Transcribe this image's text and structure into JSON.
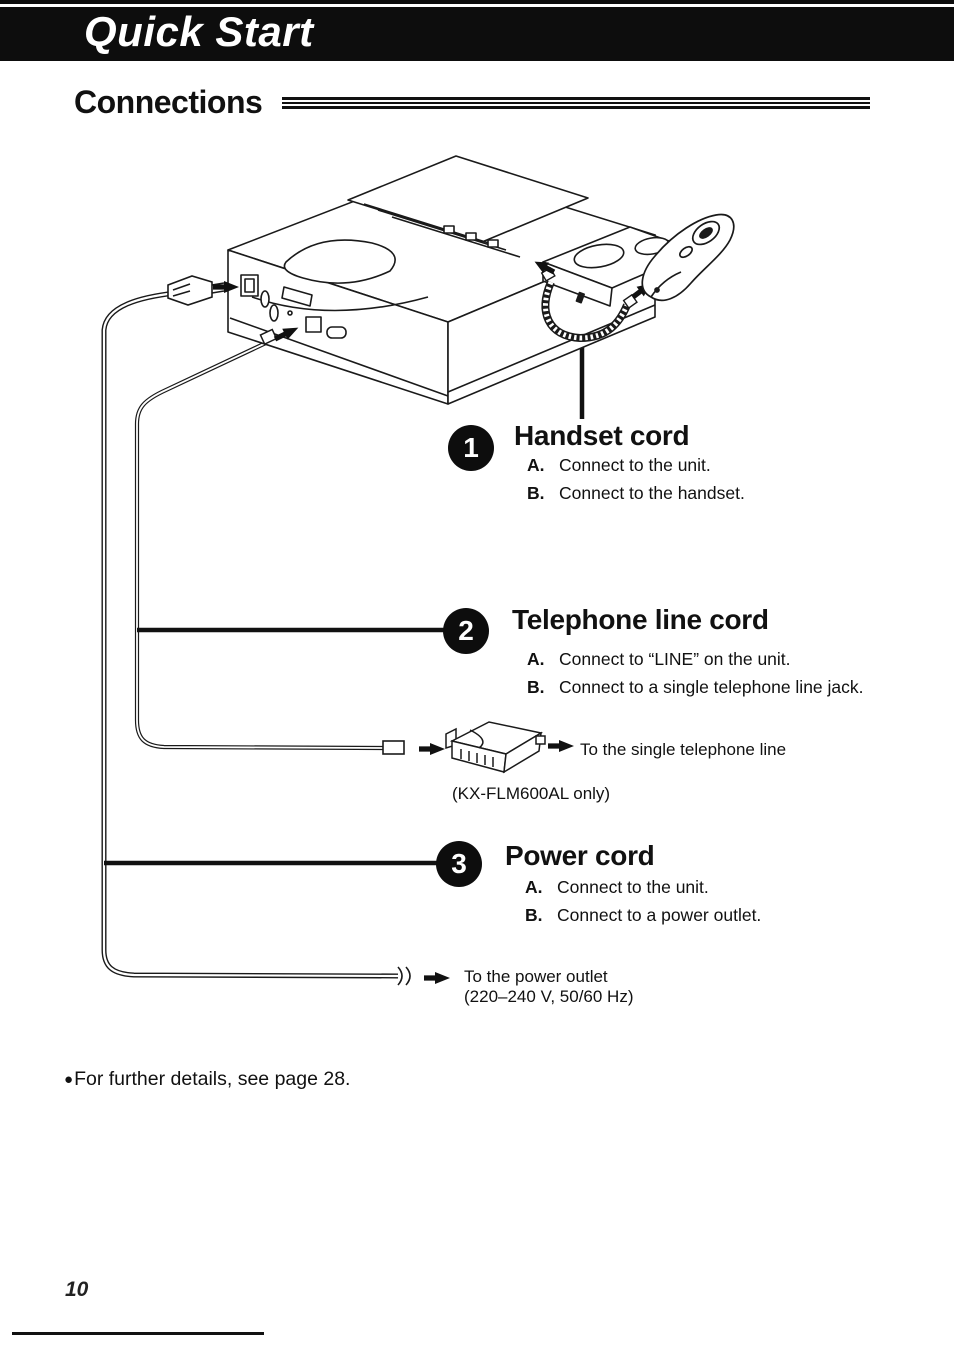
{
  "header": {
    "title": "Quick Start"
  },
  "section": {
    "title": "Connections"
  },
  "items": [
    {
      "number": "1",
      "title": "Handset cord",
      "steps": [
        {
          "label": "A.",
          "text": "Connect to the unit."
        },
        {
          "label": "B.",
          "text": "Connect to the handset."
        }
      ]
    },
    {
      "number": "2",
      "title": "Telephone line cord",
      "steps": [
        {
          "label": "A.",
          "text": "Connect to “LINE” on the unit."
        },
        {
          "label": "B.",
          "text": "Connect to a single telephone line jack."
        }
      ]
    },
    {
      "number": "3",
      "title": "Power cord",
      "steps": [
        {
          "label": "A.",
          "text": "Connect to the unit."
        },
        {
          "label": "B.",
          "text": "Connect to a power outlet."
        }
      ]
    }
  ],
  "annotations": {
    "single_line_label": "To the single telephone line",
    "model_note": "(KX-FLM600AL only)",
    "power_outlet_label": "To the power outlet",
    "power_outlet_spec": "(220–240 V, 50/60 Hz)"
  },
  "footer": {
    "bullet": "●",
    "note": "For further details, see page 28.",
    "page_number": "10"
  },
  "colors": {
    "ink": "#111111",
    "paper": "#ffffff"
  }
}
